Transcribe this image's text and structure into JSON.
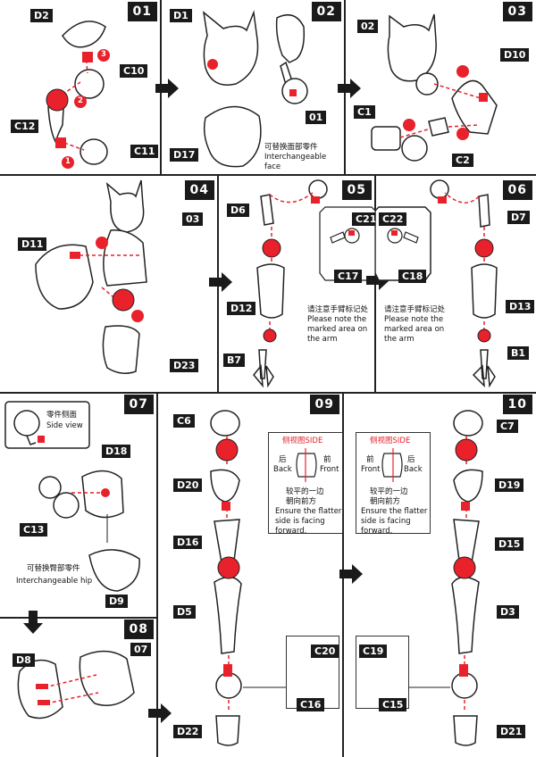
{
  "colors": {
    "accent": "#e8212b",
    "border": "#222222",
    "label_bg": "#1a1a1a"
  },
  "steps": {
    "s01": "01",
    "s02": "02",
    "s03": "03",
    "s04": "04",
    "s05": "05",
    "s06": "06",
    "s07": "07",
    "s08": "08",
    "s09": "09",
    "s10": "10"
  },
  "callouts": [
    "1",
    "2",
    "3"
  ],
  "parts": {
    "p01": [
      "D2",
      "C10",
      "C12",
      "C11"
    ],
    "p02": [
      "D1",
      "01",
      "D17"
    ],
    "p03": [
      "02",
      "D10",
      "C1",
      "C2"
    ],
    "p04": [
      "03",
      "D11",
      "D23"
    ],
    "p05": [
      "D6",
      "C21",
      "C17",
      "D12",
      "B7"
    ],
    "p06": [
      "C22",
      "C18",
      "D7",
      "D13",
      "B1"
    ],
    "p07": [
      "D18",
      "C13",
      "D9"
    ],
    "p08": [
      "D8",
      "07"
    ],
    "p09": [
      "C6",
      "D20",
      "D16",
      "D5",
      "C20",
      "C16",
      "D22"
    ],
    "p10": [
      "C7",
      "D19",
      "D15",
      "D3",
      "C19",
      "C15",
      "D21"
    ]
  },
  "texts": {
    "interchangeable_face_cn": "可替换面部零件",
    "interchangeable_face_en": "Interchangeable face",
    "arm_note_cn": "请注意手臂标记处",
    "arm_note_en1": "Please note the",
    "arm_note_en2": "marked area on",
    "arm_note_en3": "the arm",
    "side_view_cn": "零件侧面",
    "side_view_en": "Side view",
    "interchangeable_hip_cn": "可替换臀部零件",
    "interchangeable_hip_en": "Interchangeable hip",
    "side_title": "侧视图SIDE",
    "back_cn": "后",
    "back_en": "Back",
    "front_cn": "前",
    "front_en": "Front",
    "flatter_cn1": "较平的一边",
    "flatter_cn2": "朝向前方",
    "flatter_en1": "Ensure the flatter",
    "flatter_en2": "side is facing",
    "flatter_en3": "forward."
  },
  "icons": [
    "right-arrow-icon",
    "down-arrow-icon",
    "callout-icon"
  ]
}
